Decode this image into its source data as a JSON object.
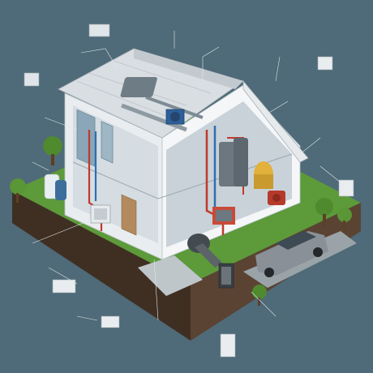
{
  "callouts": [
    {
      "id": "top-left",
      "title": "",
      "lines": [
        ""
      ]
    },
    {
      "id": "top-center",
      "title": "",
      "lines": [
        "",
        ""
      ]
    },
    {
      "id": "top-center-right",
      "title": "",
      "lines": [
        "",
        ""
      ]
    },
    {
      "id": "top-right",
      "title": "",
      "lines": [
        "",
        ""
      ]
    },
    {
      "id": "left-upper",
      "title": "",
      "lines": [
        "",
        "",
        ""
      ]
    },
    {
      "id": "left-middle",
      "title": "",
      "lines": [
        "",
        ""
      ]
    },
    {
      "id": "left-lower",
      "title": "",
      "lines": [
        "",
        ""
      ]
    },
    {
      "id": "left-bottom",
      "title": "",
      "lines": [
        "",
        ""
      ]
    },
    {
      "id": "right-upper",
      "title": "",
      "lines": [
        "",
        "",
        ""
      ]
    },
    {
      "id": "right-middle",
      "title": "",
      "lines": [
        "",
        ""
      ]
    },
    {
      "id": "right-lower",
      "title": "",
      "lines": [
        "",
        ""
      ]
    },
    {
      "id": "bottom-left",
      "title": "",
      "lines": [
        ""
      ]
    },
    {
      "id": "bottom-center",
      "title": "",
      "lines": [
        "",
        "",
        ""
      ]
    },
    {
      "id": "bottom-right",
      "title": "",
      "lines": [
        ""
      ]
    }
  ],
  "colors": {
    "background": "#4f6a78",
    "ground": "#5c9a3a",
    "wall": "#eef2f4",
    "roof": "#d9dee2",
    "pipe_red": "#c0392b",
    "pipe_blue": "#2e6fb0",
    "car": "#8a9097"
  }
}
